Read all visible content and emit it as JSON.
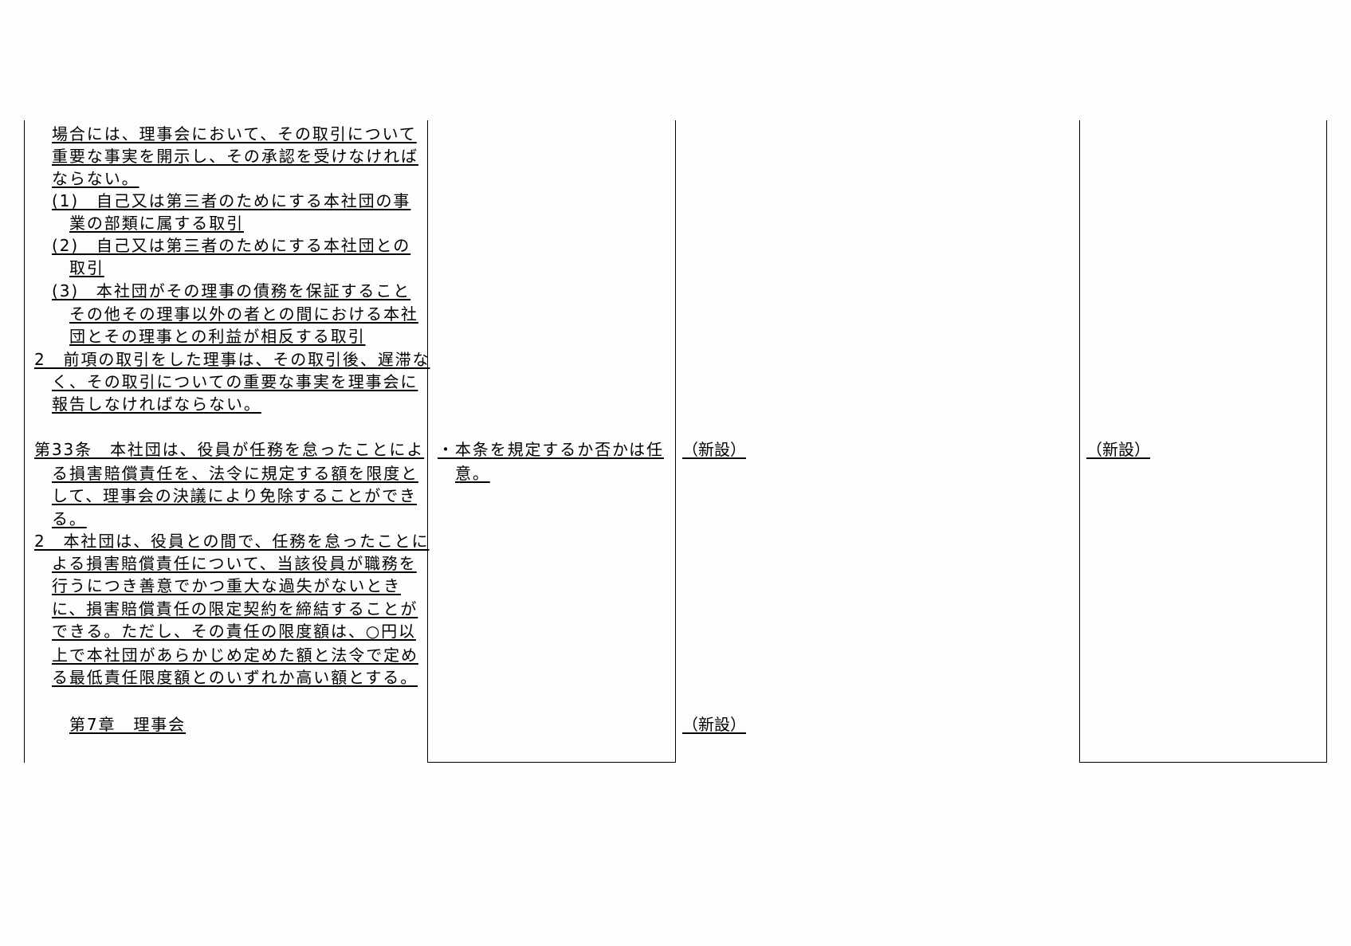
{
  "col1": {
    "lines": [
      "場合には、理事会において、その取引について",
      "重要な事実を開示し、その承認を受けなければ",
      "ならない。",
      "(1)　自己又は第三者のためにする本社団の事",
      "業の部類に属する取引",
      "(2)　自己又は第三者のためにする本社団との",
      "取引",
      "(3)　本社団がその理事の債務を保証すること",
      "その他その理事以外の者との間における本社",
      "団とその理事との利益が相反する取引",
      "2　前項の取引をした理事は、その取引後、遅滞な",
      "く、その取引についての重要な事実を理事会に",
      "報告しなければならない。",
      "第33条　本社団は、役員が任務を怠ったことによ",
      "る損害賠償責任を、法令に規定する額を限度と",
      "して、理事会の決議により免除することができ",
      "る。",
      "2　本社団は、役員との間で、任務を怠ったことに",
      "よる損害賠償責任について、当該役員が職務を",
      "行うにつき善意でかつ重大な過失がないとき",
      "に、損害賠償責任の限定契約を締結することが",
      "できる。ただし、その責任の限度額は、○円以",
      "上で本社団があらかじめ定めた額と法令で定め",
      "る最低責任限度額とのいずれか高い額とする。",
      "第7章　理事会"
    ]
  },
  "col2": {
    "lines": [
      "・本条を規定するか否かは任",
      "意。"
    ]
  },
  "col3": {
    "new_1": "（新設）",
    "new_2": "（新設）"
  },
  "col4": {
    "new_1": "（新設）"
  }
}
